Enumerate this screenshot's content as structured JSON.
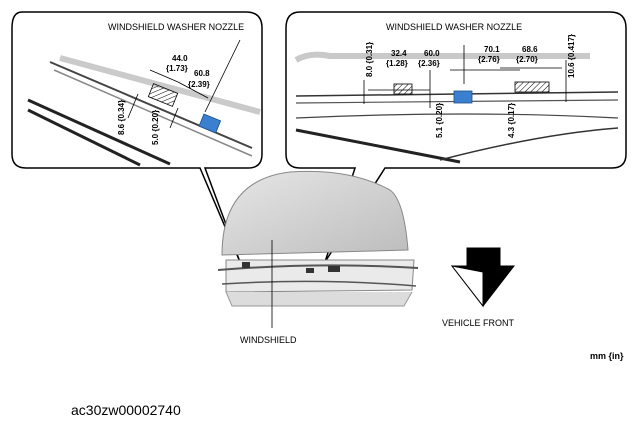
{
  "labels": {
    "left_nozzle": "WINDSHIELD WASHER NOZZLE",
    "right_nozzle": "WINDSHIELD WASHER NOZZLE",
    "windshield": "WINDSHIELD",
    "vehicle_front": "VEHICLE FRONT",
    "units": "mm {in}",
    "image_code": "ac30zw00002740"
  },
  "left_dims": {
    "d1_mm": "44.0",
    "d1_in": "{1.73}",
    "d2_mm": "60.8",
    "d2_in": "{2.39}",
    "d3": "8.6 {0.34}",
    "d4": "5.0 {0.20}"
  },
  "right_dims": {
    "d1": "8.0 {0.31}",
    "d2_mm": "32.4",
    "d2_in": "{1.28}",
    "d3_mm": "60.0",
    "d3_in": "{2.36}",
    "d4": "5.1 {0.20}",
    "d5_mm": "70.1",
    "d5_in": "{2.76}",
    "d6_mm": "68.6",
    "d6_in": "{2.70}",
    "d7": "4.3 {0.17}",
    "d8": "10.6 {0.417}"
  },
  "colors": {
    "nozzle_blue": "#3a7fd0",
    "panel_border": "#000000",
    "hood_gray": "#d6d6d6"
  }
}
